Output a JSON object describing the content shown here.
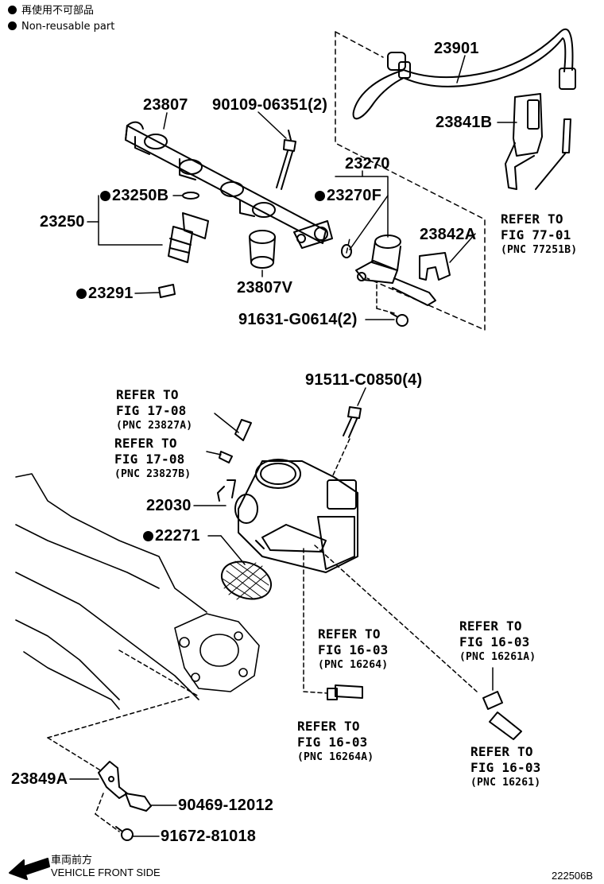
{
  "legend": {
    "jp": "再使用不可部品",
    "en": "Non-reusable part"
  },
  "parts": {
    "p23901": "23901",
    "p23807": "23807",
    "p90109": "90109-06351(2)",
    "p23841B": "23841B",
    "p23270": "23270",
    "p23250B": "23250B",
    "p23270F": "23270F",
    "p23250": "23250",
    "p23842A": "23842A",
    "p23291": "23291",
    "p23807V": "23807V",
    "p91631": "91631-G0614(2)",
    "p91511": "91511-C0850(4)",
    "p22030": "22030",
    "p22271": "22271",
    "p23849A": "23849A",
    "p90469": "90469-12012",
    "p91672": "91672-81018"
  },
  "refs": {
    "r77": {
      "l1": "REFER TO",
      "l2": "FIG 77-01",
      "l3": "(PNC 77251B)"
    },
    "r17a": {
      "l1": "REFER TO",
      "l2": "FIG 17-08",
      "l3": "(PNC 23827A)"
    },
    "r17b": {
      "l1": "REFER TO",
      "l2": "FIG 17-08",
      "l3": "(PNC 23827B)"
    },
    "r16264": {
      "l1": "REFER TO",
      "l2": "FIG 16-03",
      "l3": "(PNC 16264)"
    },
    "r16264A": {
      "l1": "REFER TO",
      "l2": "FIG 16-03",
      "l3": "(PNC 16264A)"
    },
    "r16261A": {
      "l1": "REFER TO",
      "l2": "FIG 16-03",
      "l3": "(PNC 16261A)"
    },
    "r16261": {
      "l1": "REFER TO",
      "l2": "FIG 16-03",
      "l3": "(PNC 16261)"
    }
  },
  "direction": {
    "jp": "車両前方",
    "en": "VEHICLE FRONT SIDE"
  },
  "illustration_id": "222506B"
}
